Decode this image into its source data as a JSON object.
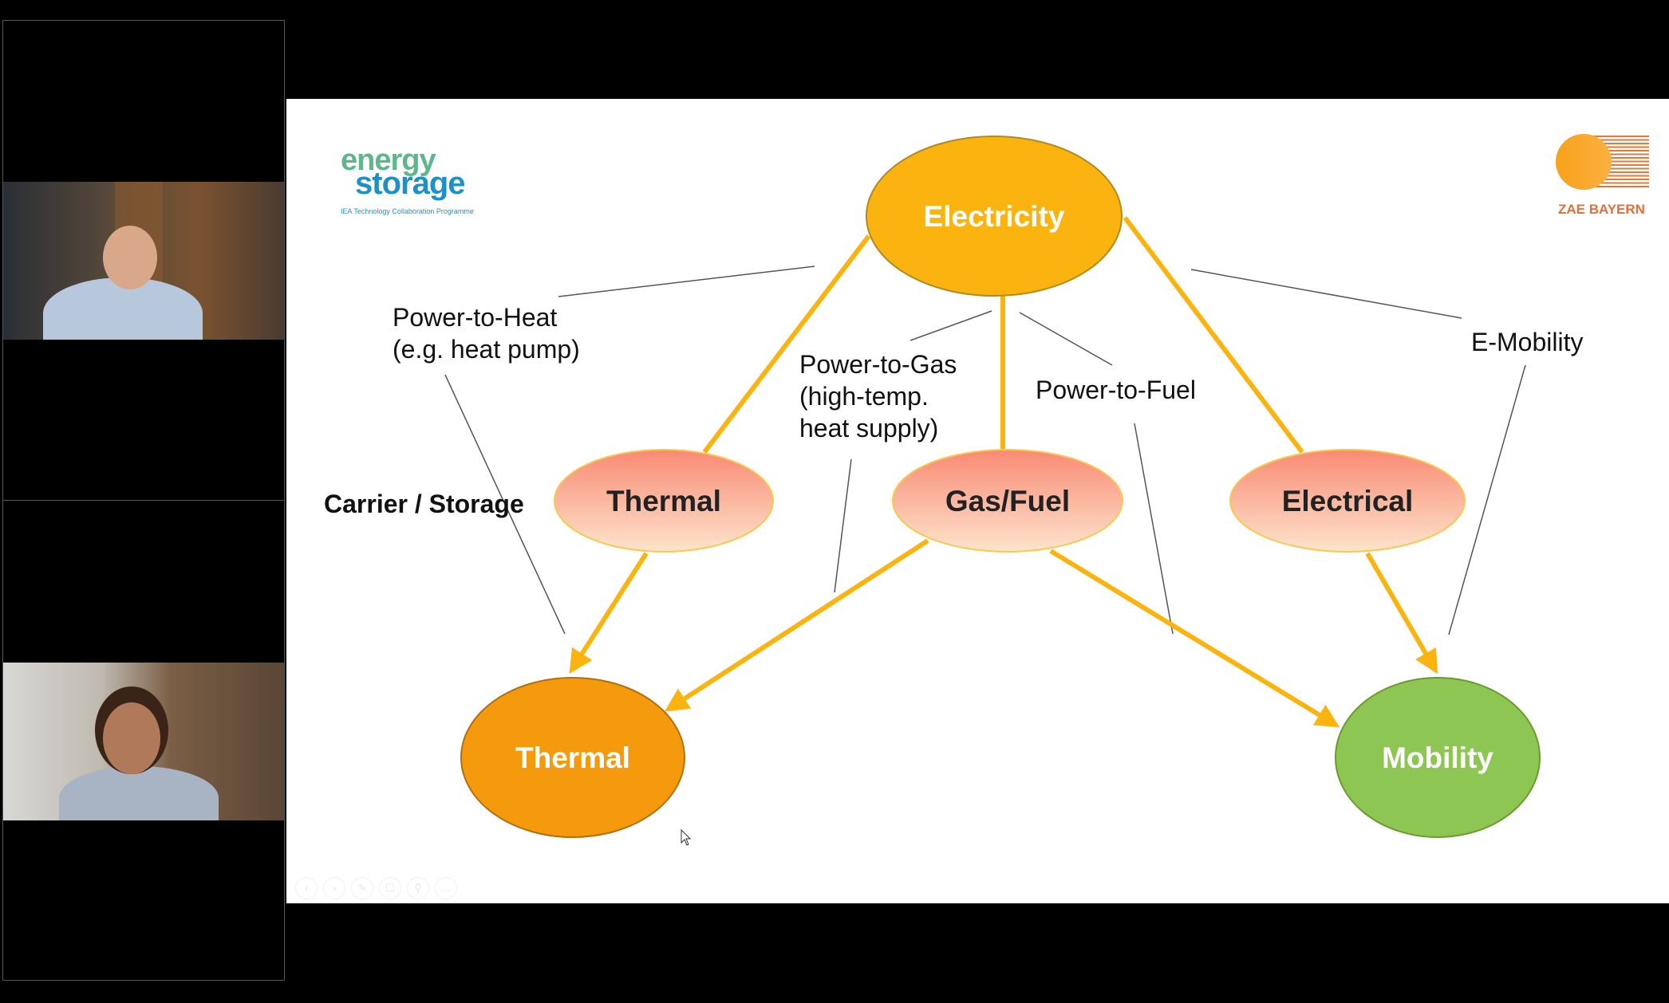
{
  "participants": [
    {
      "role": "video-tile-1"
    },
    {
      "role": "video-tile-2"
    }
  ],
  "slide": {
    "logo_left": {
      "line1": "energy",
      "line2": "storage",
      "tagline": "IEA Technology Collaboration Programme"
    },
    "logo_right": {
      "text": "ZAE BAYERN"
    },
    "row_label": "Carrier / Storage",
    "nodes": {
      "source": "Electricity",
      "carrier_thermal": "Thermal",
      "carrier_gas": "Gas/Fuel",
      "carrier_electrical": "Electrical",
      "use_thermal": "Thermal",
      "use_mobility": "Mobility"
    },
    "annotations": {
      "p2h": [
        "Power-to-Heat",
        "(e.g. heat pump)"
      ],
      "p2g": [
        "Power-to-Gas",
        "(high-temp.",
        "heat supply)"
      ],
      "p2f": "Power-to-Fuel",
      "emob": "E-Mobility"
    },
    "colors": {
      "arrow": "#fbb40f",
      "electricity": "#fbb40f",
      "carrier": "#f9907a",
      "thermal": "#f59a0c",
      "mobility": "#8dc653"
    }
  },
  "toolbar": {
    "icons": [
      "previous-icon",
      "next-icon",
      "pen-icon",
      "pointer-icon",
      "zoom-icon",
      "more-icon"
    ]
  }
}
